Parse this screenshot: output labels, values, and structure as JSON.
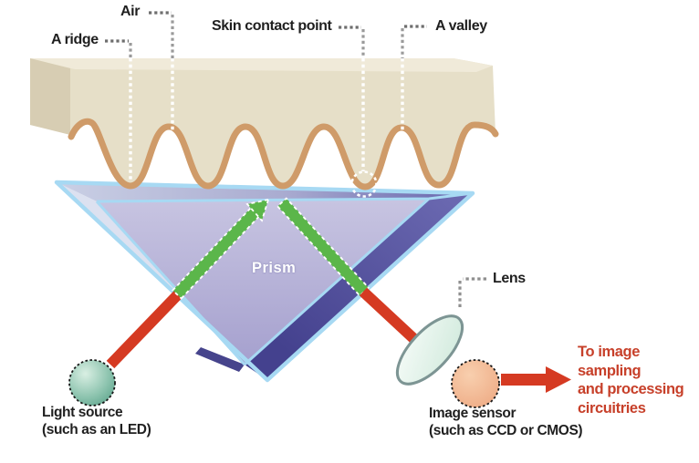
{
  "diagram": {
    "kind": "optical-fingerprint-scanner-diagram",
    "labels": {
      "air": "Air",
      "a_ridge": "A ridge",
      "skin_contact_point": "Skin contact point",
      "a_valley": "A valley",
      "prism": "Prism",
      "lens": "Lens",
      "light_source_line1": "Light source",
      "light_source_line2": "(such as an LED)",
      "image_sensor_line1": "Image sensor",
      "image_sensor_line2": "(such as CCD or CMOS)",
      "to_image_line1": "To image",
      "to_image_line2": "sampling",
      "to_image_line3": "and processing",
      "to_image_line4": "circuitries"
    },
    "colors": {
      "background": "#ffffff",
      "skin": "#e6dfc8",
      "skin_shadow": "#d7cdb3",
      "skin_highlight": "#f0ead9",
      "ridge_line": "#cf9b69",
      "prism_edge": "#a7d9f3",
      "prism_left_strip": "#dce1f0",
      "prism_band_light": "#cad0e5",
      "prism_band_dark": "#6463ac",
      "prism_front_top": "#c7c4e1",
      "prism_front_bottom": "#a5a0ce",
      "prism_wedge_top": "#6a68b0",
      "prism_wedge_bottom": "#44418e",
      "green_ray": "#5bb64a",
      "red": "#d53a22",
      "red_text": "#c7402a",
      "light_source_dark": "#4f9a81",
      "light_source_light": "#d9efe3",
      "lens_fill": "#e9f6ef",
      "lens_outline": "#7d9594",
      "image_sensor_light": "#f8cfae",
      "image_sensor_dark": "#eca47d",
      "leader_gray": "#8f8f8f",
      "label_text": "#1f1f1f",
      "white": "#ffffff"
    }
  }
}
